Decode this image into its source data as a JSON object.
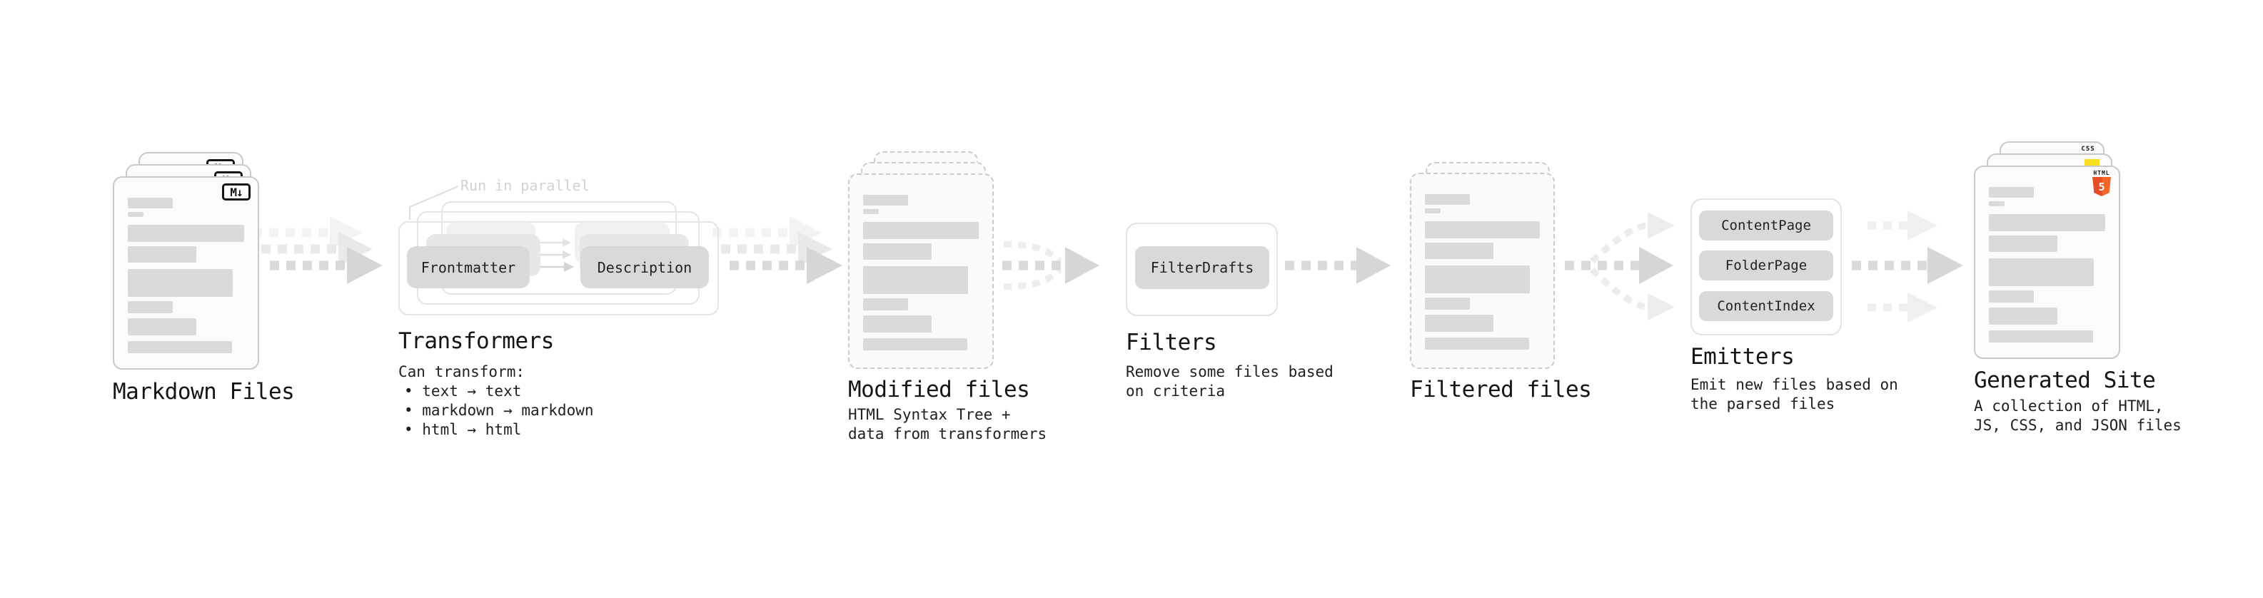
{
  "stages": {
    "markdown": {
      "label": "Markdown Files",
      "badge": "M↓"
    },
    "transformers": {
      "label": "Transformers",
      "note": "Run in parallel",
      "pill_left": "Frontmatter",
      "pill_right": "Description",
      "desc_title": "Can transform:",
      "bullets": [
        "• text → text",
        "• markdown → markdown",
        "• html → html"
      ]
    },
    "modified": {
      "label": "Modified files",
      "desc": [
        "HTML Syntax Tree +",
        "data from transformers"
      ]
    },
    "filters": {
      "label": "Filters",
      "pill": "FilterDrafts",
      "desc": [
        "Remove some files based",
        "on criteria"
      ]
    },
    "filtered": {
      "label": "Filtered files"
    },
    "emitters": {
      "label": "Emitters",
      "pills": [
        "ContentPage",
        "FolderPage",
        "ContentIndex"
      ],
      "desc": [
        "Emit new files based on",
        "the parsed files"
      ]
    },
    "generated": {
      "label": "Generated Site",
      "desc": [
        "A collection of HTML,",
        "JS, CSS, and JSON files"
      ],
      "badges": {
        "html_label": "HTML",
        "html_number": "5",
        "css_label": "CSS"
      }
    }
  },
  "colors": {
    "html5_orange": "#e44d26",
    "html5_orange_light": "#f16529",
    "js_yellow": "#f7df1e",
    "css_blue": "#2965f1",
    "arrow_dark": "#d9d9d9",
    "arrow_light": "#ececec"
  }
}
